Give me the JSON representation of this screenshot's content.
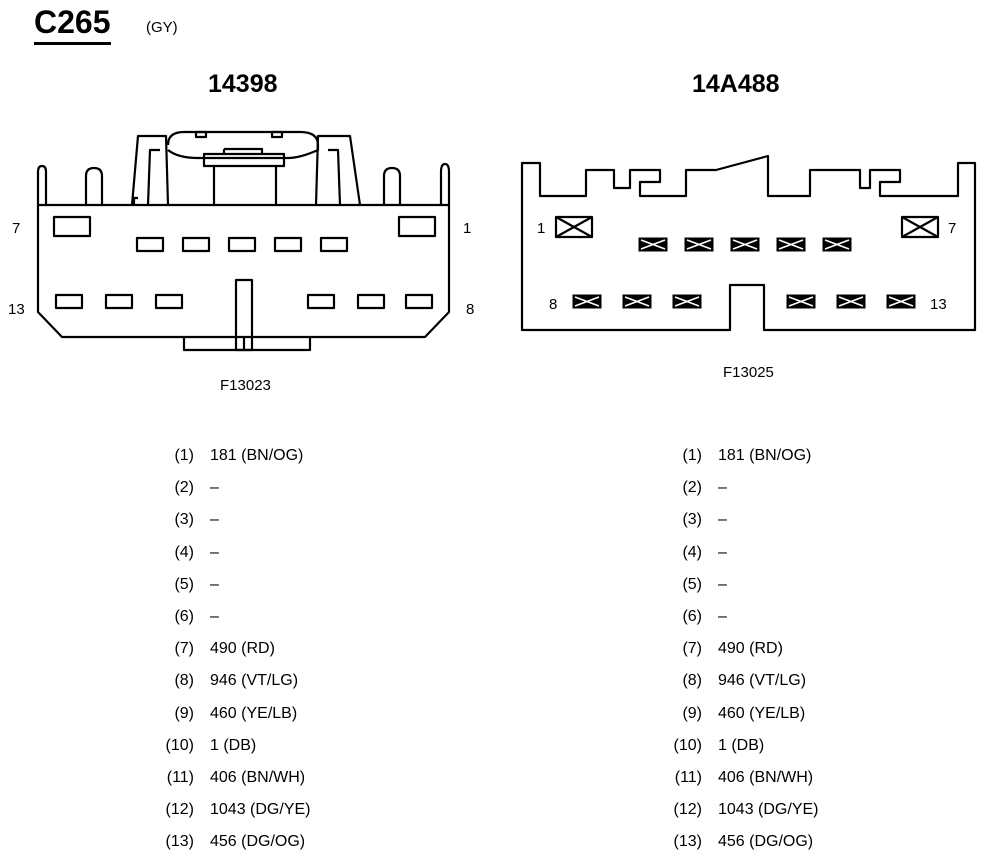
{
  "connector": {
    "id": "C265",
    "color": "(GY)"
  },
  "views": [
    {
      "part_number": "14398",
      "figure_id": "F13023",
      "pin_labels": {
        "top_left": "7",
        "top_right": "1",
        "bottom_left": "13",
        "bottom_right": "8"
      }
    },
    {
      "part_number": "14A488",
      "figure_id": "F13025",
      "pin_labels": {
        "top_left": "1",
        "top_right": "7",
        "bottom_left": "8",
        "bottom_right": "13"
      }
    }
  ],
  "pin_table_left": [
    {
      "pin": "(1)",
      "circuit": "181 (BN/OG)"
    },
    {
      "pin": "(2)",
      "circuit": "–"
    },
    {
      "pin": "(3)",
      "circuit": "–"
    },
    {
      "pin": "(4)",
      "circuit": "–"
    },
    {
      "pin": "(5)",
      "circuit": "–"
    },
    {
      "pin": "(6)",
      "circuit": "–"
    },
    {
      "pin": "(7)",
      "circuit": "490 (RD)"
    },
    {
      "pin": "(8)",
      "circuit": "946 (VT/LG)"
    },
    {
      "pin": "(9)",
      "circuit": "460 (YE/LB)"
    },
    {
      "pin": "(10)",
      "circuit": "1 (DB)"
    },
    {
      "pin": "(11)",
      "circuit": "406 (BN/WH)"
    },
    {
      "pin": "(12)",
      "circuit": "1043 (DG/YE)"
    },
    {
      "pin": "(13)",
      "circuit": "456 (DG/OG)"
    }
  ],
  "pin_table_right": [
    {
      "pin": "(1)",
      "circuit": "181 (BN/OG)"
    },
    {
      "pin": "(2)",
      "circuit": "–"
    },
    {
      "pin": "(3)",
      "circuit": "–"
    },
    {
      "pin": "(4)",
      "circuit": "–"
    },
    {
      "pin": "(5)",
      "circuit": "–"
    },
    {
      "pin": "(6)",
      "circuit": "–"
    },
    {
      "pin": "(7)",
      "circuit": "490 (RD)"
    },
    {
      "pin": "(8)",
      "circuit": "946 (VT/LG)"
    },
    {
      "pin": "(9)",
      "circuit": "460 (YE/LB)"
    },
    {
      "pin": "(10)",
      "circuit": "1 (DB)"
    },
    {
      "pin": "(11)",
      "circuit": "406 (BN/WH)"
    },
    {
      "pin": "(12)",
      "circuit": "1043 (DG/YE)"
    },
    {
      "pin": "(13)",
      "circuit": "456 (DG/OG)"
    }
  ]
}
